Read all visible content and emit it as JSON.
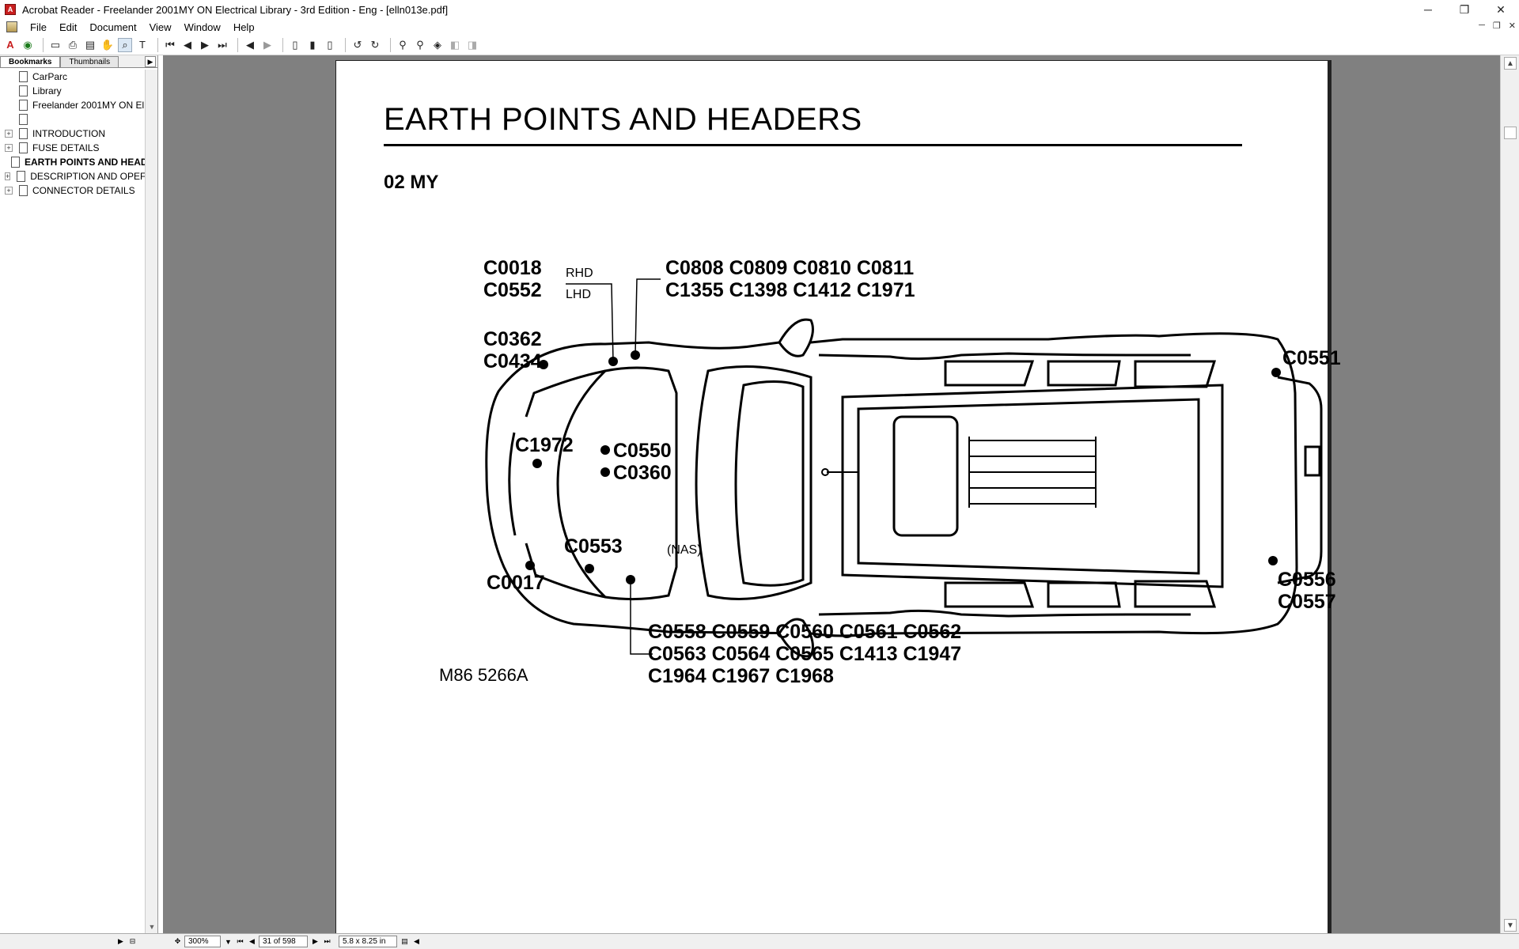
{
  "window": {
    "title": "Acrobat Reader - Freelander 2001MY ON Electrical Library - 3rd Edition - Eng - [elln013e.pdf]",
    "controls": {
      "minimize": "─",
      "restore": "❐",
      "close": "✕"
    }
  },
  "menu": [
    "File",
    "Edit",
    "Document",
    "View",
    "Window",
    "Help"
  ],
  "panel": {
    "tabs": [
      "Bookmarks",
      "Thumbnails"
    ],
    "bookmarks": [
      {
        "label": "CarParc",
        "expandable": false
      },
      {
        "label": "Library",
        "expandable": false
      },
      {
        "label": "Freelander 2001MY ON El",
        "expandable": false
      },
      {
        "label": "",
        "expandable": false
      },
      {
        "label": "INTRODUCTION",
        "expandable": true
      },
      {
        "label": "FUSE DETAILS",
        "expandable": true
      },
      {
        "label": "EARTH POINTS AND HEAD",
        "expandable": false,
        "current": true
      },
      {
        "label": "DESCRIPTION AND OPEF",
        "expandable": true
      },
      {
        "label": "CONNECTOR DETAILS",
        "expandable": true
      }
    ]
  },
  "document": {
    "title": "EARTH POINTS AND HEADERS",
    "subtitle": "02 MY",
    "diagram": {
      "figure_ref": "M86 5266A",
      "labels": {
        "c0018": "C0018",
        "rhd": "RHD",
        "c0552": "C0552",
        "lhd": "LHD",
        "top_row1": "C0808 C0809 C0810 C0811",
        "top_row2": "C1355 C1398 C1412 C1971",
        "c0362": "C0362",
        "c0434": "C0434",
        "c0551": "C0551",
        "c1972": "C1972",
        "c0550": "C0550",
        "c0360": "C0360",
        "c0553": "C0553",
        "nas": "(NAS)",
        "c0017": "C0017",
        "c0556": "C0556",
        "c0557": "C0557",
        "bottom_row1": "C0558 C0559 C0560 C0561 C0562",
        "bottom_row2": "C0563 C0564 C0565 C1413 C1947",
        "bottom_row3": "C1964 C1967 C1968"
      }
    }
  },
  "status": {
    "zoom": "300%",
    "page": "31 of 598",
    "size": "5.8 x 8.25 in"
  }
}
